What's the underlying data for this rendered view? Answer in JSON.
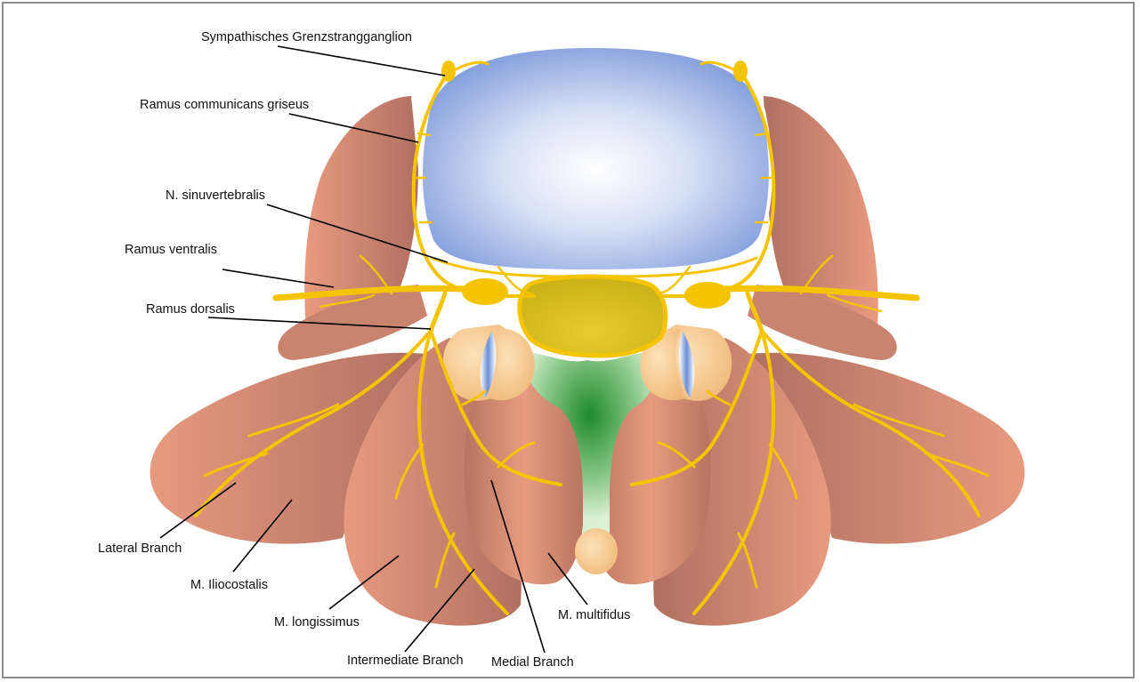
{
  "labels": {
    "sympathetic_ganglion": "Sympathisches Grenzstrangganglion",
    "ramus_communicans": "Ramus communicans griseus",
    "n_sinuvertebralis": "N. sinuvertebralis",
    "ramus_ventralis": "Ramus ventralis",
    "ramus_dorsalis": "Ramus dorsalis",
    "lateral_branch": "Lateral Branch",
    "m_iliocostalis": "M. Iliocostalis",
    "m_longissimus": "M. longissimus",
    "intermediate_branch": "Intermediate Branch",
    "medial_branch": "Medial Branch",
    "m_multifidus": "M. multifidus"
  },
  "colors": {
    "nerve": "#f5c400",
    "disc": "#8aa6e0",
    "muscle": "#c9826c",
    "spinal_cord": "#e3c21c",
    "ligament": "#4caf50",
    "joint": "#f2c48f",
    "frame": "#8c8c8c"
  }
}
